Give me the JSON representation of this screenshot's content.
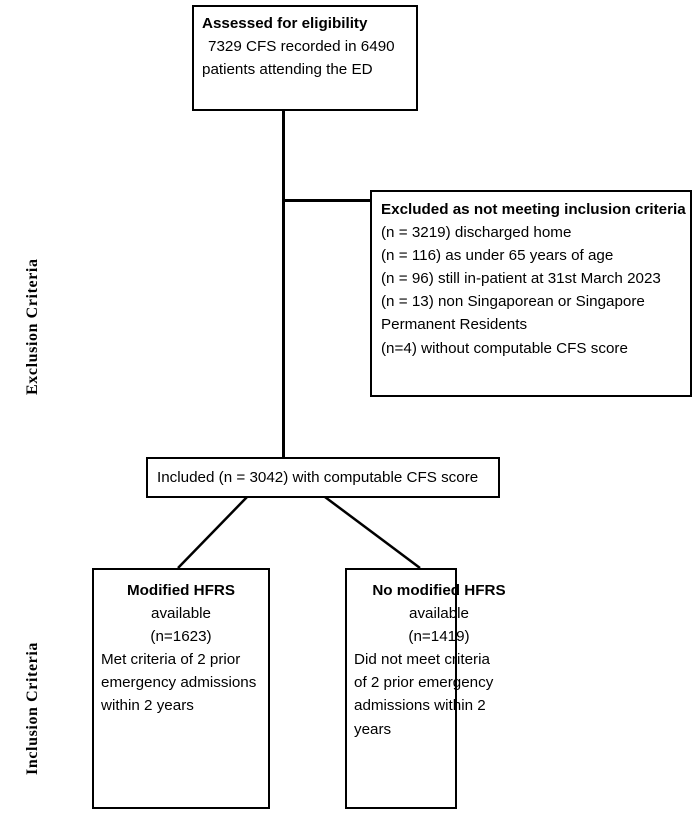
{
  "figure": {
    "type": "flowchart",
    "title": "Patient selection flow diagram"
  },
  "side_labels": {
    "exclusion": "Exclusion Criteria",
    "inclusion": "Inclusion Criteria"
  },
  "boxes": {
    "assessed": {
      "name": "assessed-for-eligibility",
      "heading": "Assessed for eligibility",
      "lines": [
        "7329 CFS recorded in 6490",
        "patients attending the ED"
      ]
    },
    "excluded": {
      "name": "excluded-not-meeting-inclusion-criteria",
      "heading": "Excluded as not meeting inclusion criteria",
      "lines": [
        "(n = 3219) discharged home",
        "(n = 116) as under 65 years of age",
        "(n = 96) still in-patient at 31st March 2023",
        "(n = 13) non Singaporean or Singapore",
        "Permanent Residents",
        "(n=4) without computable CFS score"
      ]
    },
    "included": {
      "name": "included-computable-cfs",
      "text": "Included (n = 3042) with computable CFS score"
    },
    "hfrs_available": {
      "name": "modified-hfrs-available",
      "heading": "Modified HFRS",
      "lines": [
        "available",
        "(n=1623)"
      ],
      "detail": [
        "Met criteria of 2 prior",
        "emergency admissions",
        "within 2 years"
      ]
    },
    "hfrs_not_available": {
      "name": "no-modified-hfrs-available",
      "heading": "No modified HFRS",
      "lines": [
        "available",
        "(n=1419)"
      ],
      "detail": [
        "Did not meet criteria",
        "of 2 prior emergency",
        "admissions within 2",
        "years"
      ]
    }
  },
  "counts": {
    "assessed_cfs_records": 7329,
    "assessed_patients": 6490,
    "excluded_discharged_home": 3219,
    "excluded_under_65": 116,
    "excluded_still_inpatient": 96,
    "excluded_non_singaporean": 13,
    "excluded_no_computable_cfs": 4,
    "included": 3042,
    "hfrs_available": 1623,
    "hfrs_not_available": 1419
  },
  "colors": {
    "line": "#000000",
    "background": "#ffffff",
    "text": "#000000"
  }
}
